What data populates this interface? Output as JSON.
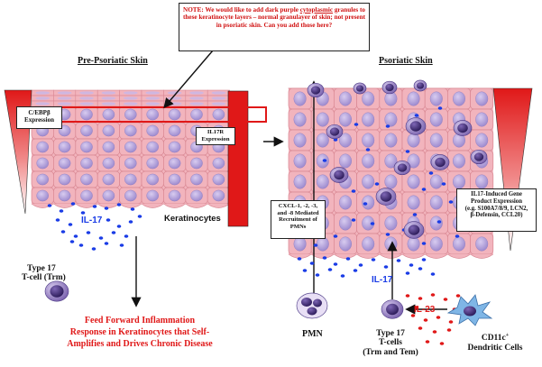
{
  "note": {
    "text_pre": "NOTE: We would like to add dark purple ",
    "text_underlined": "cytoplasmic",
    "text_post": " granules to these keratinocyte layers – normal granulayer of skin; not present in psoriatic skin. Can you add those here?"
  },
  "left_panel": {
    "title": "Pre-Psoriatic Skin",
    "cebpb_label": "C/EBPβ Expression",
    "il17r_label": "IL17R Expression",
    "il17_label": "IL-17",
    "keratinocytes_label": "Keratinocytes",
    "tcell_label_line1": "Type 17",
    "tcell_label_line2": "T-cell (Trm)"
  },
  "right_panel": {
    "title": "Psoriatic Skin",
    "cxcl_label_lines": [
      "CXCL-1, -2, -3,",
      "and -8 Mediated",
      "Recruitment of",
      "PMNs"
    ],
    "il17_gene_label_lines": [
      "IL17-Induced Gene",
      "Product Expression",
      "(e.g. S100A7/8/9, LCN2,",
      "β-Defensin, CCL20)"
    ],
    "il17_label": "IL-17",
    "il23_label": "IL-23",
    "pmn_label": "PMN",
    "tcells_label_lines": [
      "Type 17",
      "T-cells",
      "(Trm and Tem)"
    ],
    "dc_label_line1": "CD11c",
    "dc_label_sup": "+",
    "dc_label_line2": "Dendritic Cells"
  },
  "feed_forward_lines": [
    "Feed Forward Inflammation",
    "Response in Keratinocytes that Self-",
    "Amplifies and Drives Chronic Disease"
  ],
  "colors": {
    "skin_cell": "#f2b4bd",
    "skin_border": "#d98893",
    "nucleus": "#b8a6dd",
    "nucleus_edge": "#8e7cc0",
    "accent_red": "#e01818",
    "cytokine_blue": "#1a3ce6",
    "cytokine_red": "#e01818",
    "immune_cell": "#6a4aa0"
  }
}
